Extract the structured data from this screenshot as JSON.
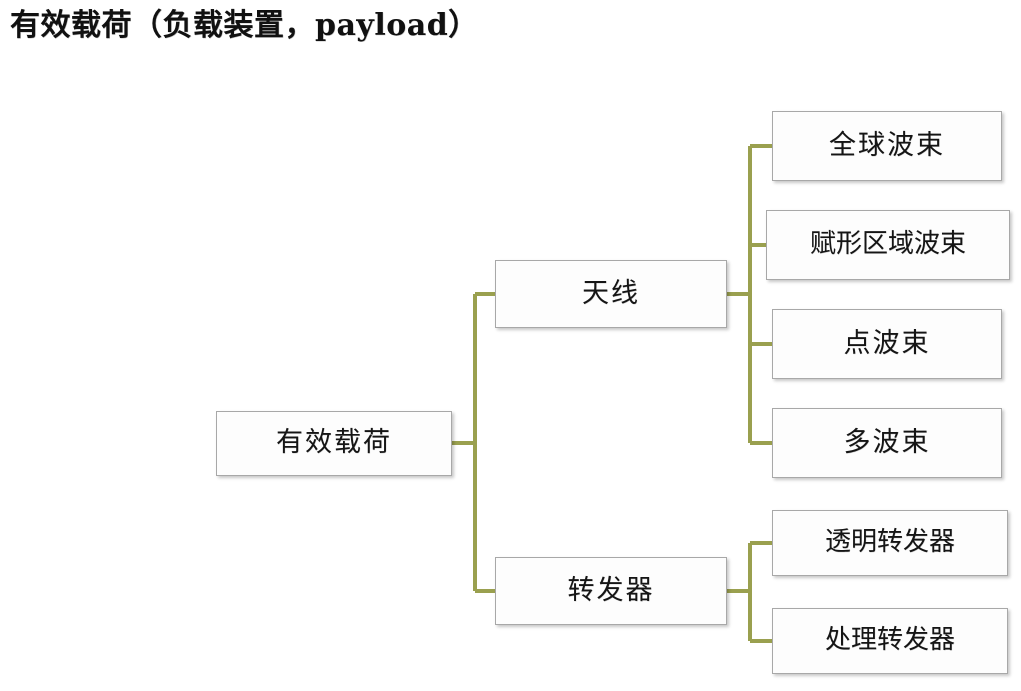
{
  "title": "有效载荷（负载装置，payload）",
  "colors": {
    "connector": "#9aa04f",
    "box_border": "#a8a8a8",
    "box_fill": "#fdfdfd",
    "text": "#151515",
    "background": "#ffffff"
  },
  "diagram": {
    "type": "tree",
    "orientation": "left-to-right",
    "root": {
      "label": "有效载荷",
      "children": [
        {
          "label": "天线",
          "children": [
            {
              "label": "全球波束"
            },
            {
              "label": "赋形区域波束"
            },
            {
              "label": "点波束"
            },
            {
              "label": "多波束"
            }
          ]
        },
        {
          "label": "转发器",
          "children": [
            {
              "label": "透明转发器"
            },
            {
              "label": "处理转发器"
            }
          ]
        }
      ]
    }
  },
  "nodes": {
    "root": {
      "label": "有效载荷"
    },
    "antenna": {
      "label": "天线"
    },
    "transponder": {
      "label": "转发器"
    },
    "global_beam": {
      "label": "全球波束"
    },
    "shaped_beam": {
      "label": "赋形区域波束"
    },
    "spot_beam": {
      "label": "点波束"
    },
    "multi_beam": {
      "label": "多波束"
    },
    "transparent_transponder": {
      "label": "透明转发器"
    },
    "processing_transponder": {
      "label": "处理转发器"
    }
  }
}
